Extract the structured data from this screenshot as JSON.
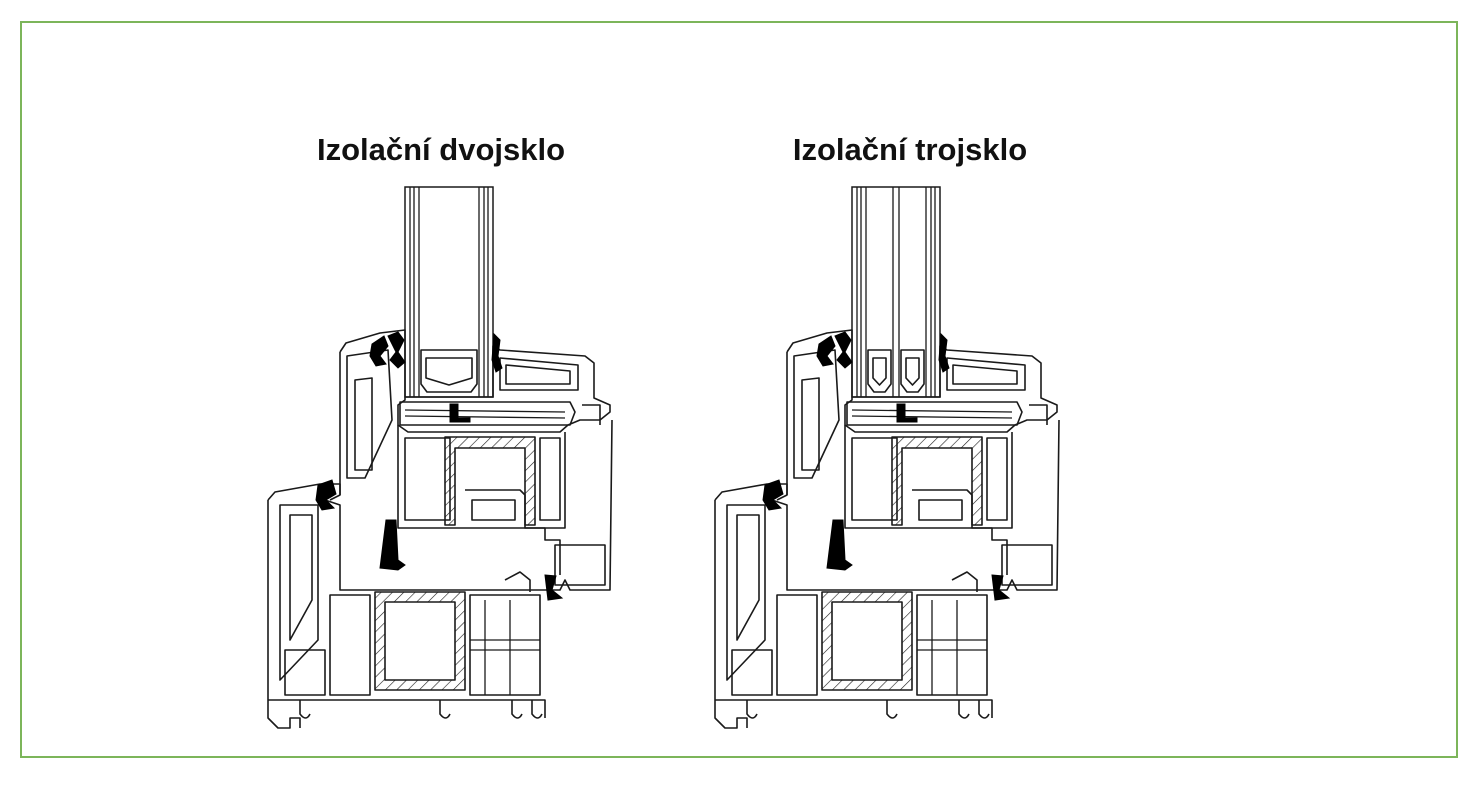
{
  "colors": {
    "border": "#7cb55a",
    "line": "#1a1a1a",
    "gasket": "#000000"
  },
  "panels": [
    {
      "title": "Izolační dvojsklo",
      "glazing_panes": 2
    },
    {
      "title": "Izolační trojsklo",
      "glazing_panes": 3
    }
  ]
}
